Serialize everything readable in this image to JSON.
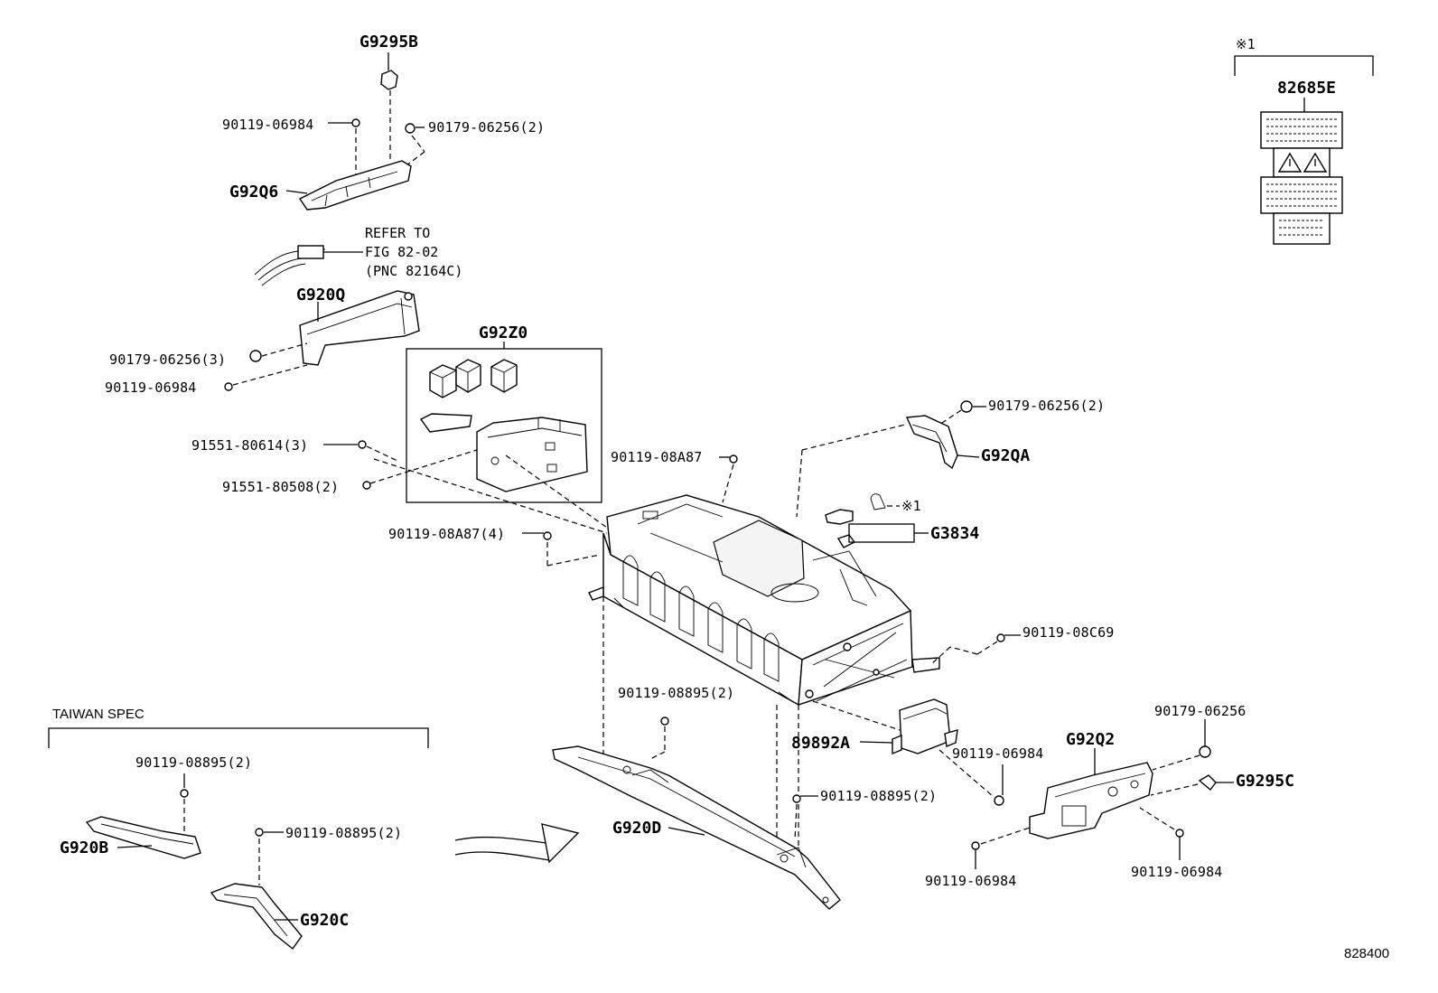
{
  "parts": {
    "g9295b": "G9295B",
    "p90119_06984_a": "90119-06984",
    "p90179_06256_2a": "90179-06256(2)",
    "g92q6": "G92Q6",
    "refer_line1": "REFER TO",
    "refer_line2": "FIG 82-02",
    "refer_line3": "(PNC 82164C)",
    "g920q": "G920Q",
    "p90179_06256_3": "90179-06256(3)",
    "p90119_06984_b": "90119-06984",
    "g92z0": "G92Z0",
    "p91551_80614_3": "91551-80614(3)",
    "p91551_80508_2": "91551-80508(2)",
    "p90119_08a87": "90119-08A87",
    "p90119_08a87_4": "90119-08A87(4)",
    "p90179_06256_2b": "90179-06256(2)",
    "g92qa": "G92QA",
    "note_ref": "※1",
    "g3834": "G3834",
    "p90119_08c69": "90119-08C69",
    "p90119_08895_2a": "90119-08895(2)",
    "p89892a": "89892A",
    "p90119_06984_c": "90119-06984",
    "g92q2": "G92Q2",
    "p90179_06256": "90179-06256",
    "g9295c": "G9295C",
    "p90119_08895_2b": "90119-08895(2)",
    "g920d": "G920D",
    "p90119_06984_d": "90119-06984",
    "p90119_06984_e": "90119-06984",
    "p82685e": "82685E",
    "note_ref_top": "※1"
  },
  "taiwan": {
    "title": "TAIWAN SPEC",
    "p90119_08895_2a": "90119-08895(2)",
    "g920b": "G920B",
    "p90119_08895_2b": "90119-08895(2)",
    "g920c": "G920C"
  },
  "figure_number": "828400"
}
